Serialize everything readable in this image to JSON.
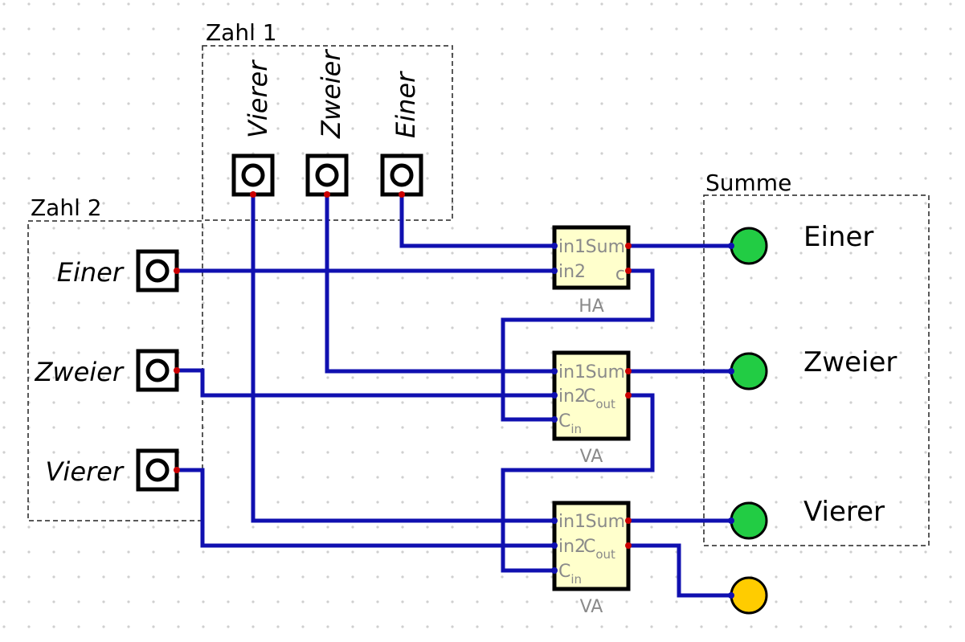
{
  "groups": {
    "zahl1": "Zahl 1",
    "zahl2": "Zahl 2",
    "summe": "Summe"
  },
  "inputs": {
    "zahl1": [
      "Vierer",
      "Zweier",
      "Einer"
    ],
    "zahl2": [
      "Einer",
      "Zweier",
      "Vierer"
    ]
  },
  "outputs": [
    "Einer",
    "Zweier",
    "Vierer"
  ],
  "components": {
    "ha": {
      "name": "HA",
      "pin_in1": "in1",
      "pin_in2": "in2",
      "pin_sum": "Sum",
      "pin_carry": "c"
    },
    "va": {
      "name": "VA",
      "pin_in1": "in1",
      "pin_in2": "in2",
      "pin_cin": "C",
      "pin_cin_sub": "in",
      "pin_sum": "Sum",
      "pin_cout": "C",
      "pin_cout_sub": "out"
    }
  },
  "colors": {
    "wire": "#1010b0",
    "lamp_on": "#22cc44",
    "lamp_carry": "#ffcc00",
    "component_fill": "#ffffcc",
    "pin_dot": "#cc0000",
    "grid_dot": "#cfcfcf"
  }
}
